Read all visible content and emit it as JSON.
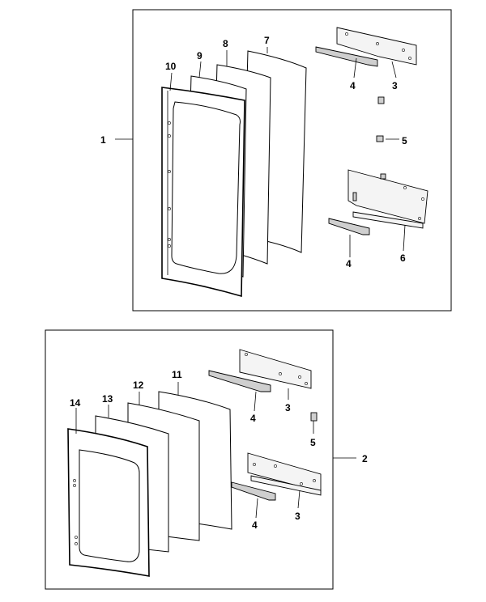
{
  "callouts": {
    "assembly_1": "1",
    "assembly_2": "2",
    "top_7": "7",
    "top_8": "8",
    "top_9": "9",
    "top_10": "10",
    "top_4a": "4",
    "top_3": "3",
    "top_5": "5",
    "top_4b": "4",
    "top_6": "6",
    "bot_11": "11",
    "bot_12": "12",
    "bot_13": "13",
    "bot_14": "14",
    "bot_4a": "4",
    "bot_3a": "3",
    "bot_5": "5",
    "bot_4b": "4",
    "bot_3b": "3"
  }
}
